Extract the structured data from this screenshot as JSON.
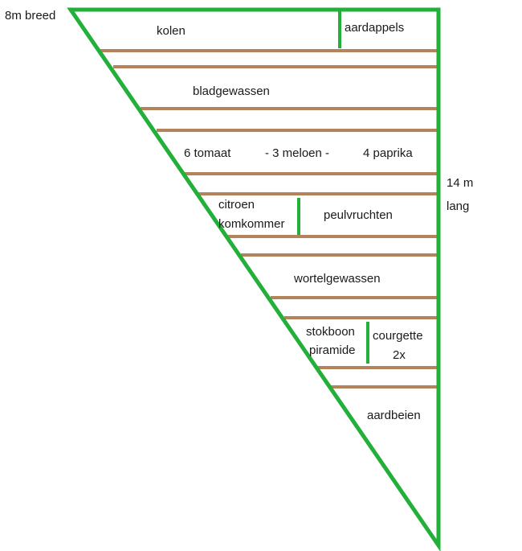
{
  "dimensions": {
    "width_label": "8m breed",
    "length_label_line1": "14 m",
    "length_label_line2": "lang"
  },
  "beds": {
    "kolen": "kolen",
    "aardappels": "aardappels",
    "bladgewassen": "bladgewassen",
    "tomaat": "6 tomaat",
    "meloen": "- 3 meloen -",
    "paprika": "4 paprika",
    "citroen": "citroen",
    "komkommer": "komkommer",
    "peulvruchten": "peulvruchten",
    "wortelgewassen": "wortelgewassen",
    "stokboon": "stokboon",
    "piramide": "piramide",
    "courgette": "courgette",
    "courgette_count": "2x",
    "aardbeien": "aardbeien"
  },
  "colors": {
    "border": "#22b03a",
    "path": "#b5835a",
    "text": "#1a1a1a"
  }
}
